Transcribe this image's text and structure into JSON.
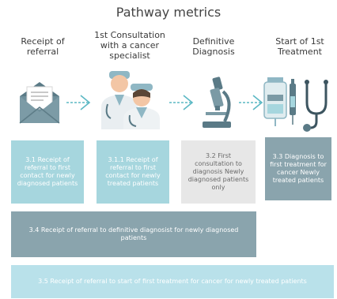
{
  "title": "Pathway metrics",
  "stages": [
    {
      "label": "Receipt of\nreferral",
      "icon": "envelope-icon"
    },
    {
      "label": "1st Consultation\nwith a cancer\nspecialist",
      "icon": "doctors-icon"
    },
    {
      "label": "Definitive\nDiagnosis",
      "icon": "microscope-icon"
    },
    {
      "label": "Start of 1st\nTreatment",
      "icon": "treatment-icon"
    }
  ],
  "metrics": {
    "m3_1": "3.1 Receipt of referral to first contact for newly diagnosed patients",
    "m3_1_1": "3.1.1 Receipt of referral to first contact for newly treated patients",
    "m3_2": "3.2 First consultation to diagnosis Newly diagnosed patients only",
    "m3_3": "3.3 Diagnosis to first treatment for cancer Newly treated patients",
    "m3_4": "3.4 Receipt of referral to definitive diagnosist for newly diagnosed patients",
    "m3_5": "3.5 Receipt of referral to start of first treatment for cancer for newly treated  patients"
  },
  "colors": {
    "teal_light": "#a6d6de",
    "gray": "#e7e7e7",
    "slate": "#8aa4ad",
    "pale_teal": "#b9e1ea",
    "arrow": "#5bb8c4"
  }
}
